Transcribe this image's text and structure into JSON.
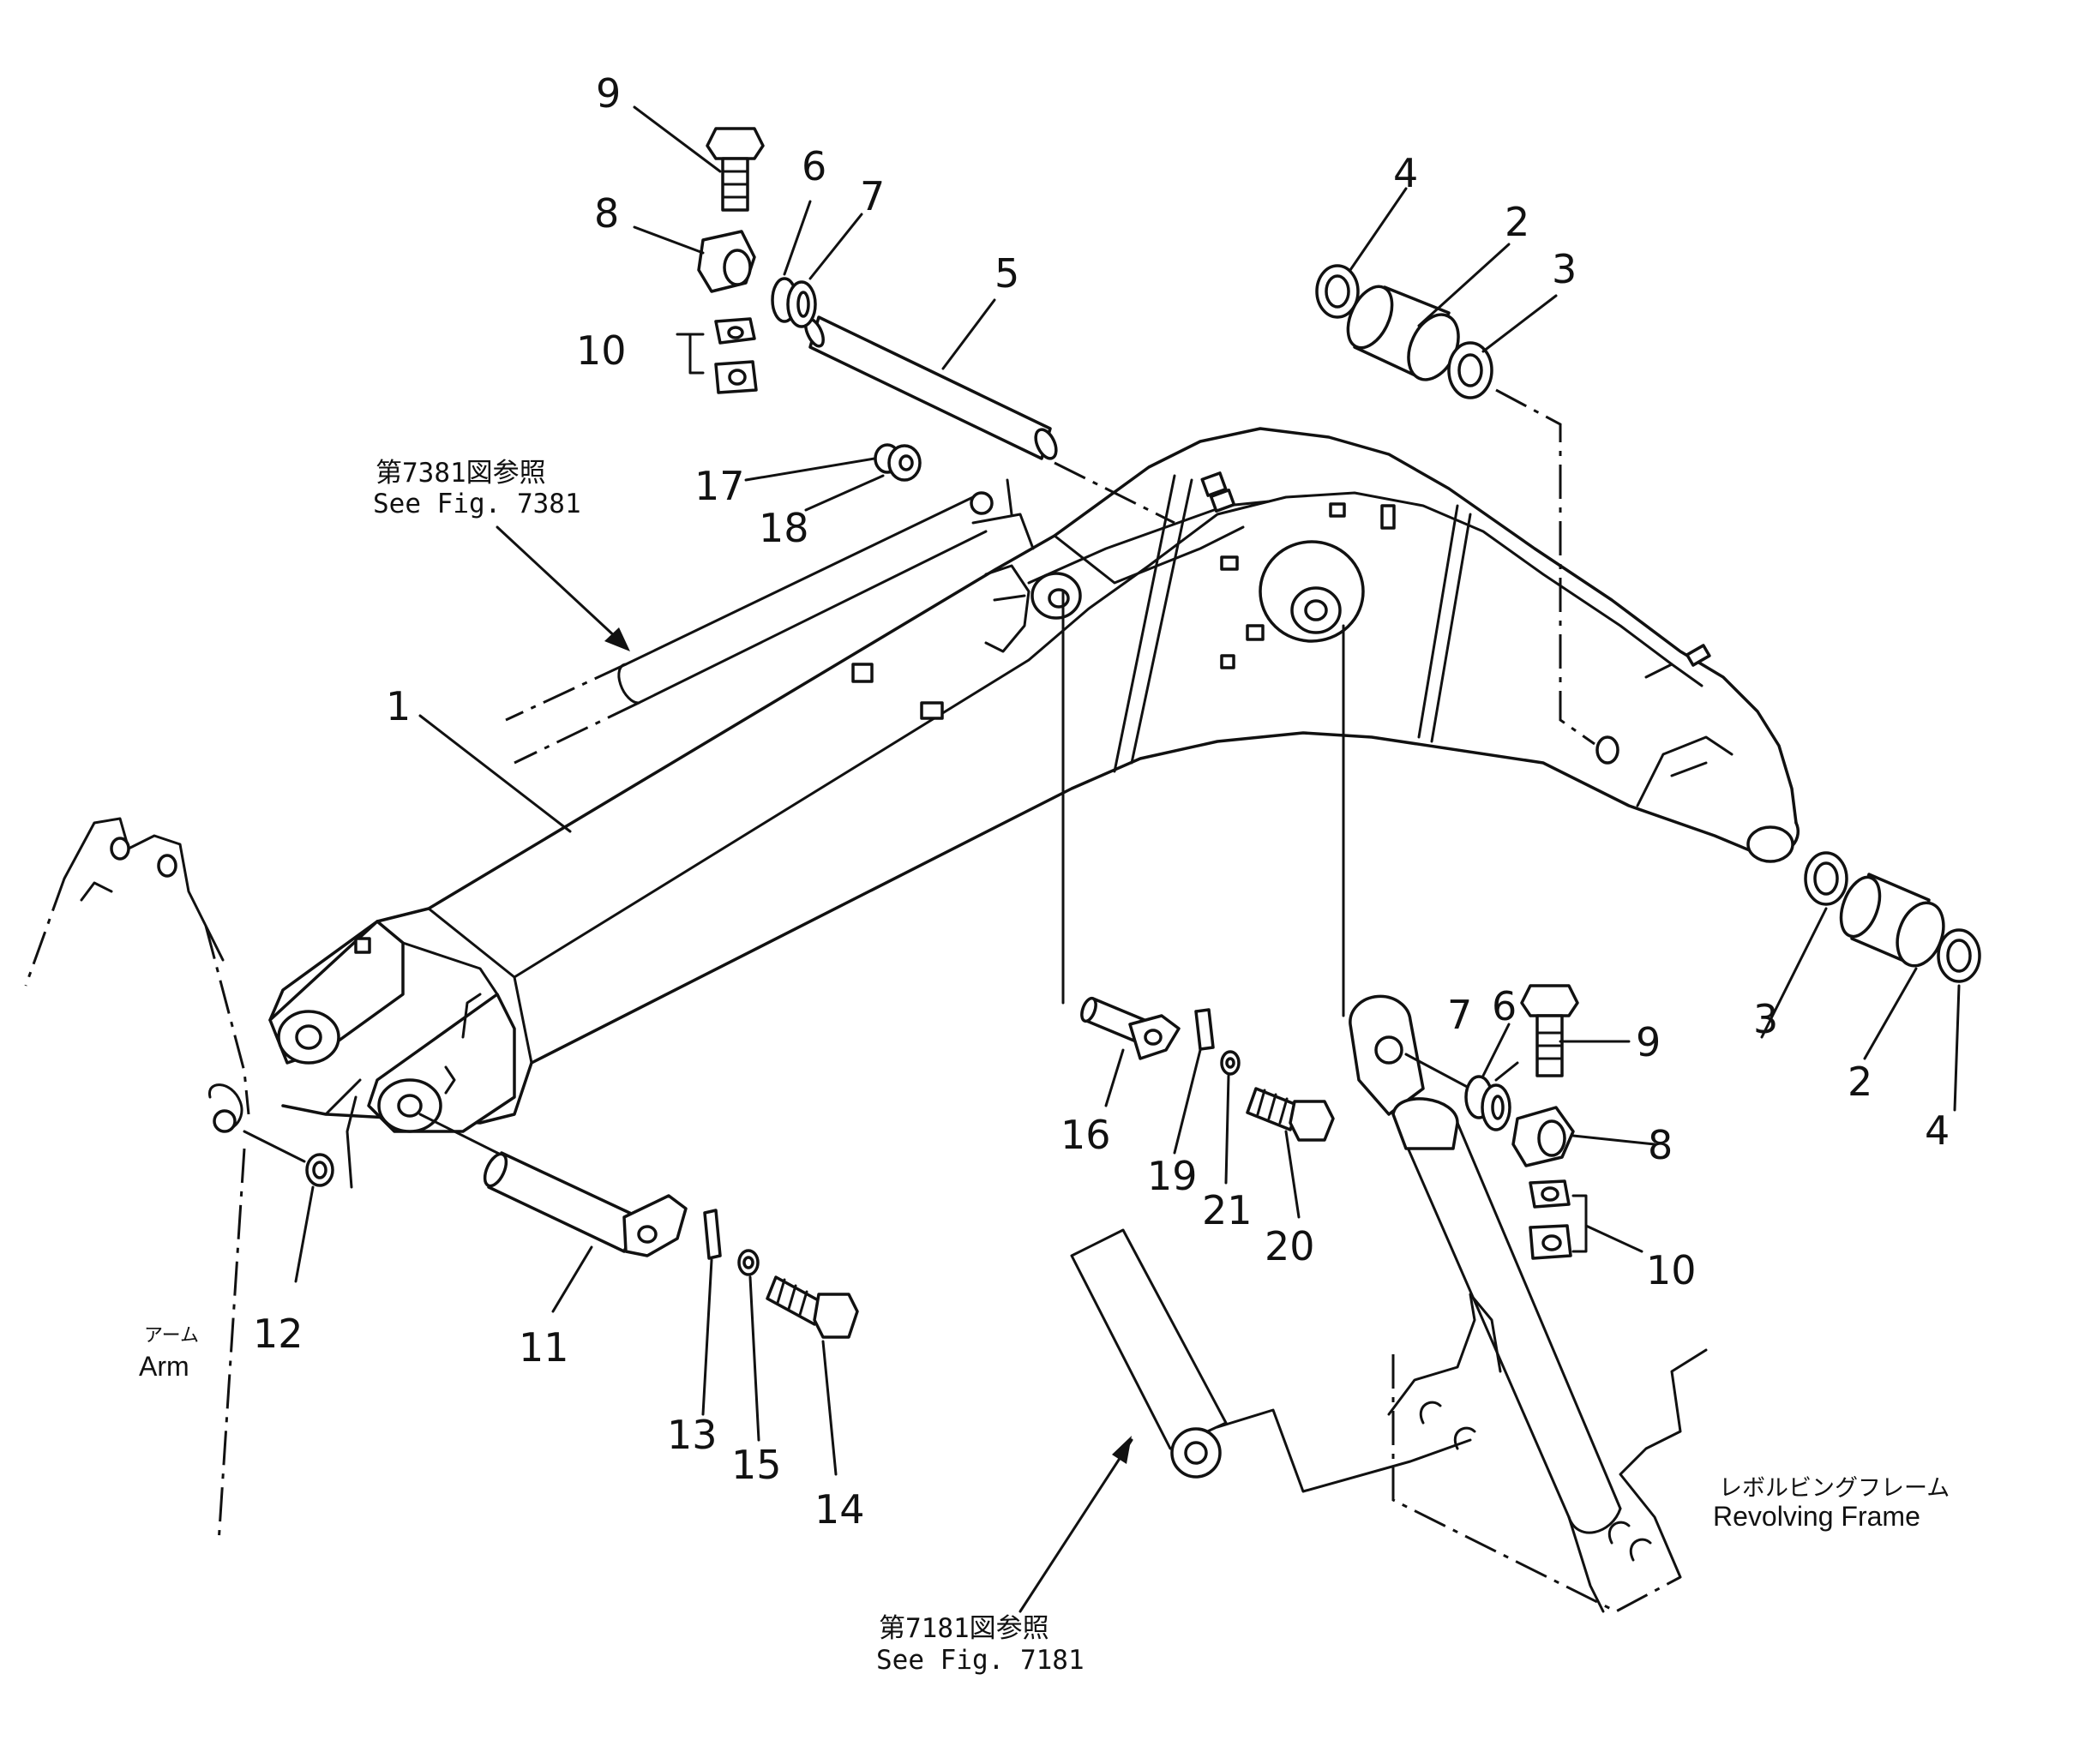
{
  "callouts": {
    "c1": "1",
    "c2a": "2",
    "c2b": "2",
    "c3a": "3",
    "c3b": "3",
    "c4a": "4",
    "c4b": "4",
    "c5": "5",
    "c6a": "6",
    "c6b": "6",
    "c7a": "7",
    "c7b": "7",
    "c8a": "8",
    "c8b": "8",
    "c9a": "9",
    "c9b": "9",
    "c10a": "10",
    "c10b": "10",
    "c11": "11",
    "c12": "12",
    "c13": "13",
    "c14": "14",
    "c15": "15",
    "c16": "16",
    "c17": "17",
    "c18": "18",
    "c19": "19",
    "c20": "20",
    "c21": "21"
  },
  "references": {
    "fig7381_jp": "第7381図参照",
    "fig7381_en": "See  Fig.  7381",
    "fig7181_jp": "第7181図参照",
    "fig7181_en": "See  Fig.  7181"
  },
  "labels": {
    "arm_jp": "アーム",
    "arm_en": "Arm",
    "frame_jp": "レボルビングフレーム",
    "frame_en": "Revolving  Frame"
  }
}
